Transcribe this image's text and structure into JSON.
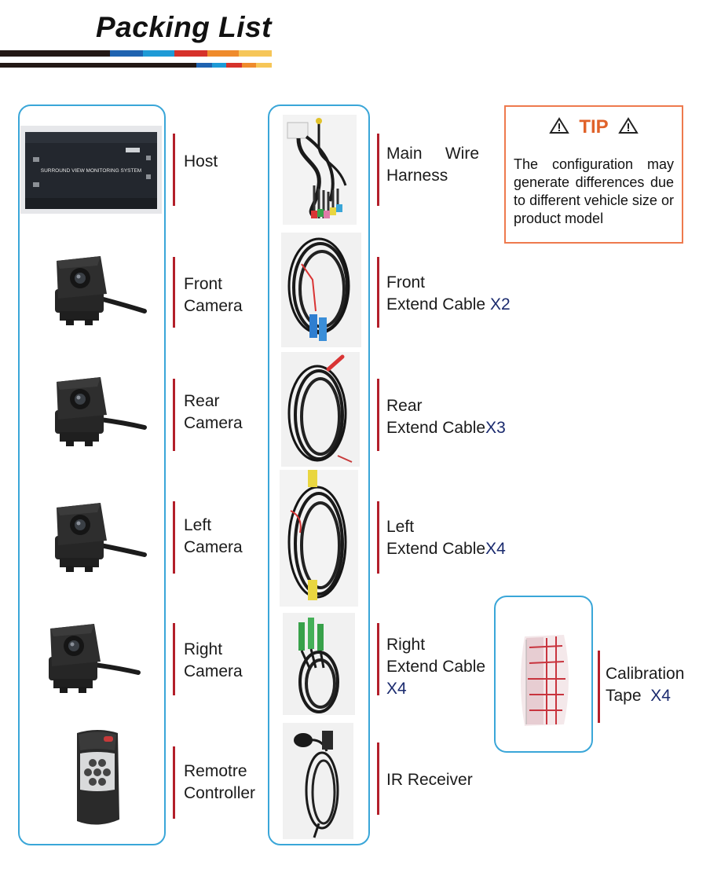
{
  "title": "Packing List",
  "tip": {
    "heading": "TIP",
    "text": "The configuration may generate differences due to different vehicle size or product model"
  },
  "items_left": [
    {
      "label": "Host",
      "device_text": "SURROUND VIEW MONITORING SYSTEM"
    },
    {
      "label1": "Front",
      "label2": "Camera"
    },
    {
      "label1": "Rear",
      "label2": "Camera"
    },
    {
      "label1": "Left",
      "label2": "Camera"
    },
    {
      "label1": "Right",
      "label2": "Camera"
    },
    {
      "label1": "Remotre",
      "label2": "Controller"
    }
  ],
  "items_right": [
    {
      "label1": "Main Wire",
      "label2": "Harness"
    },
    {
      "label1": "Front",
      "label2": "Extend Cable",
      "qty": "X2"
    },
    {
      "label1": "Rear",
      "label2": "Extend Cable",
      "qty": "X3"
    },
    {
      "label1": "Left",
      "label2": "Extend Cable",
      "qty": "X4"
    },
    {
      "label1": "Right",
      "label2": "Extend Cable",
      "qty": "X4"
    },
    {
      "label": "IR Receiver"
    }
  ],
  "extra": {
    "label1": "Calibration",
    "label2": "Tape",
    "qty": "X4"
  },
  "colors": {
    "accent_blue": "#3aa6d8",
    "bar_red": "#b31f2a",
    "tip_orange": "#ee7a4e"
  }
}
